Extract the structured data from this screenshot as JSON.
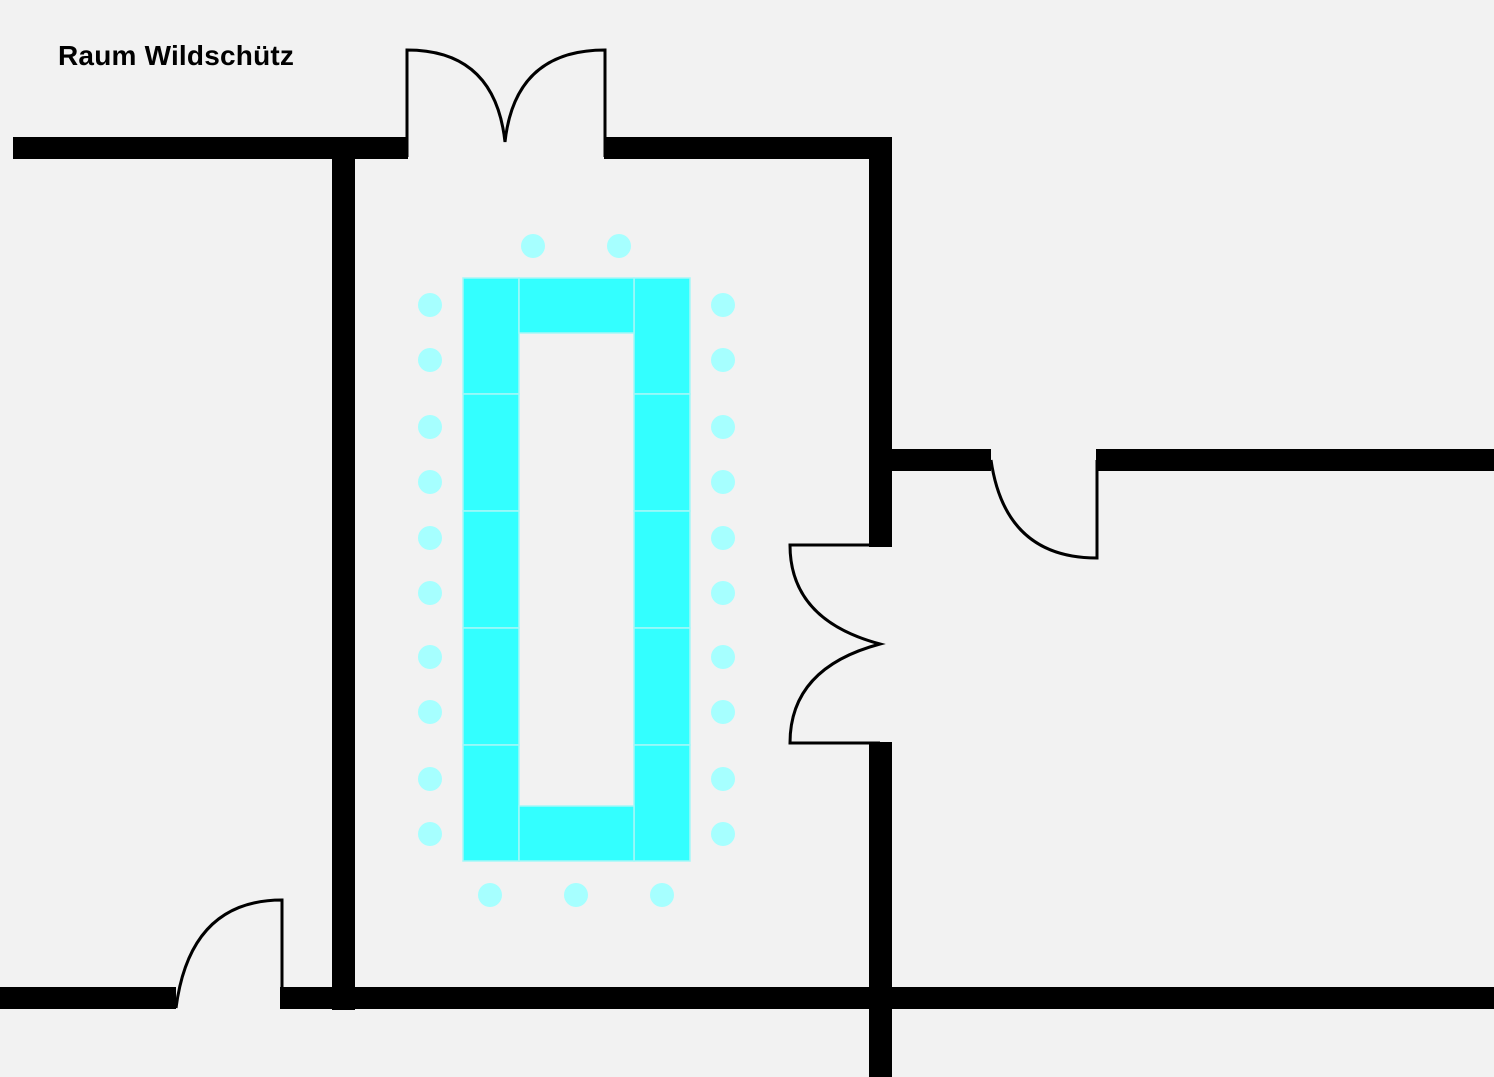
{
  "room": {
    "title": "Raum Wildschütz"
  },
  "colors": {
    "background": "#f2f2f2",
    "walls": "#000000",
    "tables": "#33ffff",
    "table_edges": "#a6f7f7",
    "chairs": "#a6ffff"
  },
  "layout": {
    "table_arrangement": "u-shape-closed",
    "table_count": 12,
    "chair_count": 25
  }
}
